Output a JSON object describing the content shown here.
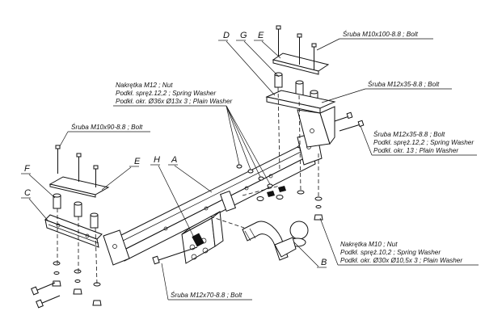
{
  "parts": {
    "A": "A",
    "B": "B",
    "C": "C",
    "D": "D",
    "E_top": "E",
    "E_left": "E",
    "F": "F",
    "G": "G",
    "H": "H"
  },
  "callouts": {
    "bolt_m10x100": "Śruba M10x100-8.8 ; Bolt",
    "bolt_m12x35_top": "Śruba M12x35-8.8 ; Bolt",
    "nut_m12": [
      "Nakrętka  M12 ; Nut",
      "Podkł. spręż.12,2 ; Spring Washer",
      "Podkł. okr.  Ø36x Ø13x 3 ; Plain Washer"
    ],
    "bolt_m10x90": "Śruba M10x90-8.8 ; Bolt",
    "bolt_m12x35_right": [
      "Śruba M12x35-8.8 ; Bolt",
      "Podkł. spręż.12,2 ; Spring Washer",
      "Podkł. okr. 13 ; Plain Washer"
    ],
    "nut_m10": [
      "Nakrętka  M10 ; Nut",
      "Podkł. spręż.10,2 ; Spring Washer",
      "Podkł. okr.  Ø30x Ø10,5x 3 ; Plain Washer"
    ],
    "bolt_m12x70": "Śruba M12x70-8.8 ; Bolt"
  }
}
